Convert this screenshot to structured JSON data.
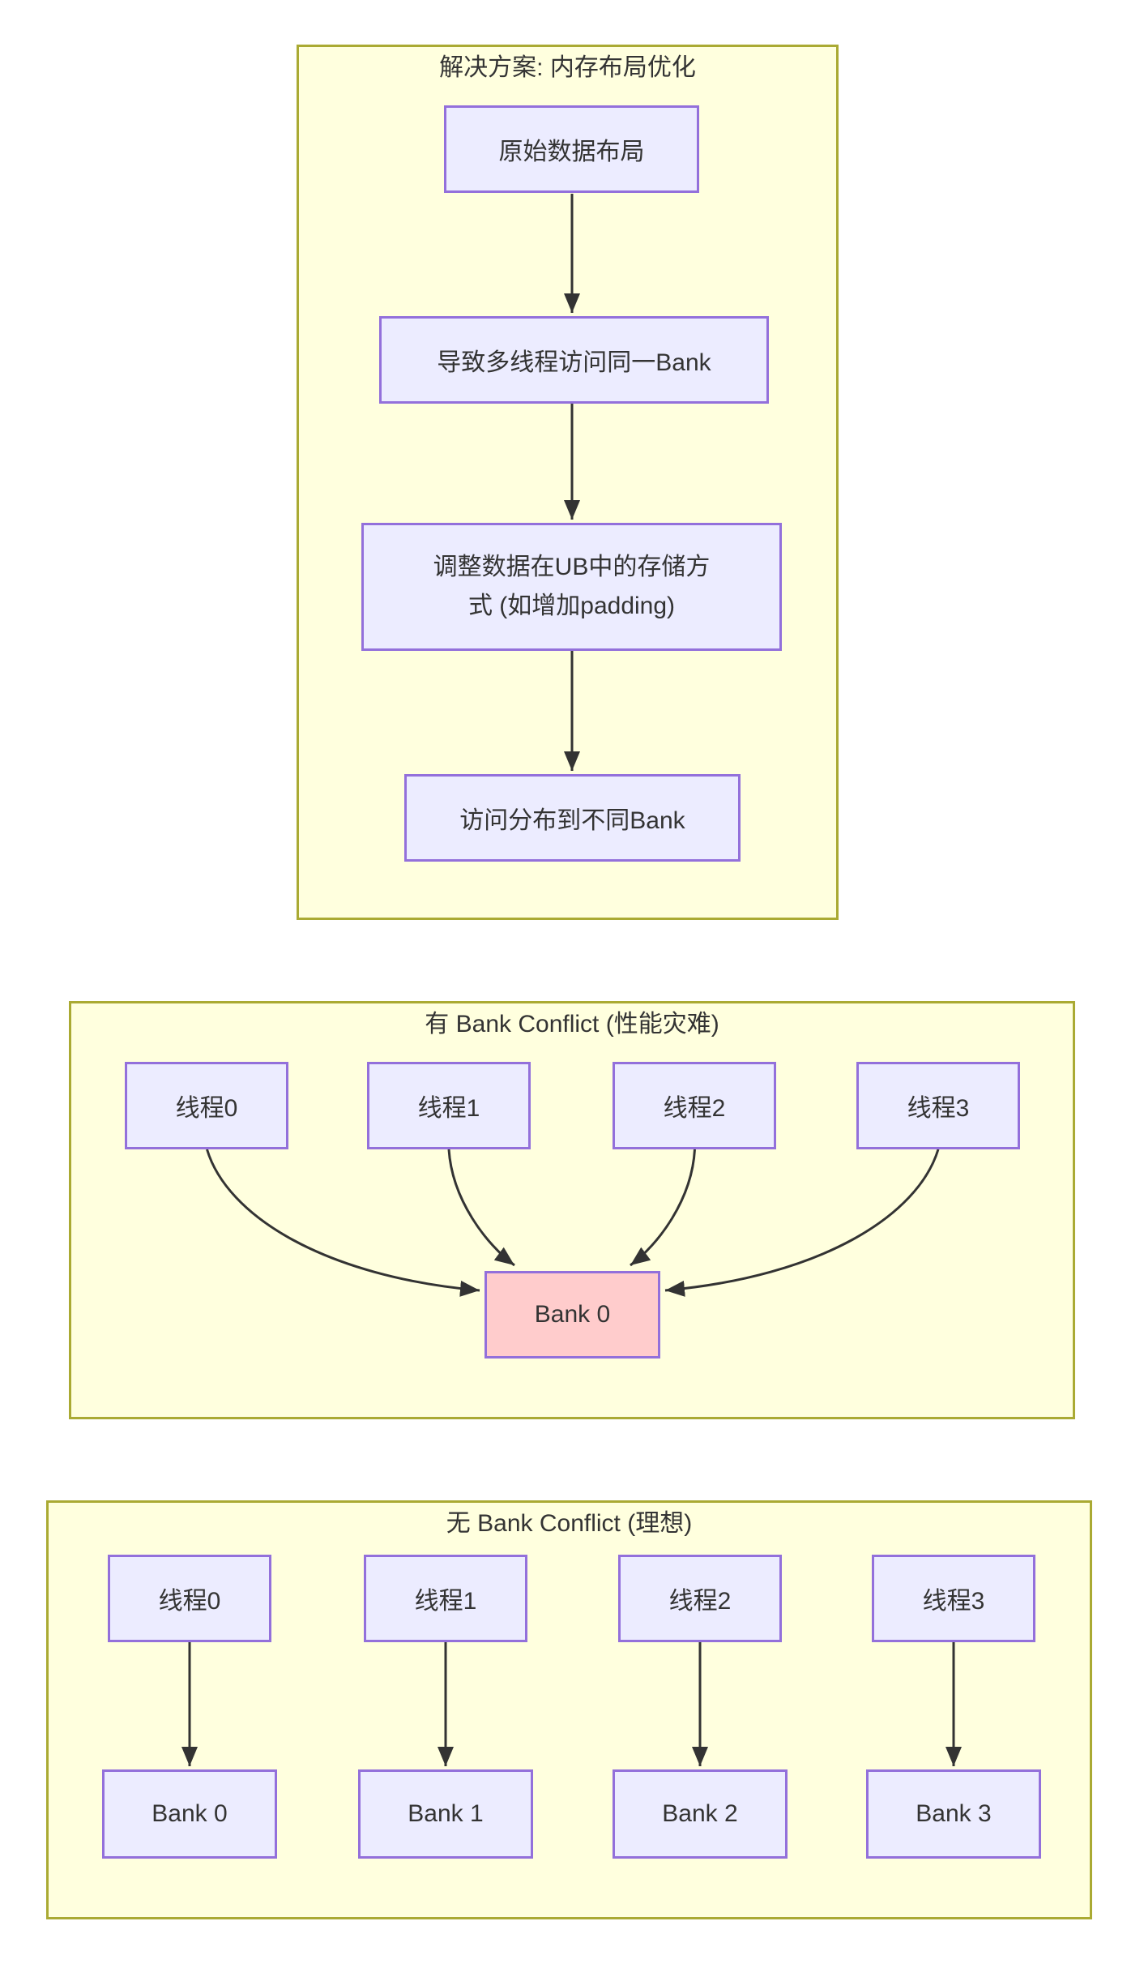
{
  "diagram": {
    "panels": [
      {
        "title": "解决方案: 内存布局优化",
        "nodes": [
          {
            "label": "原始数据布局"
          },
          {
            "label": "导致多线程访问同一Bank"
          },
          {
            "label_line1": "调整数据在UB中的存储方",
            "label_line2": "式 (如增加padding)"
          },
          {
            "label": "访问分布到不同Bank"
          }
        ]
      },
      {
        "title": "有 Bank Conflict (性能灾难)",
        "threads": [
          {
            "label": "线程0"
          },
          {
            "label": "线程1"
          },
          {
            "label": "线程2"
          },
          {
            "label": "线程3"
          }
        ],
        "bank": {
          "label": "Bank 0"
        }
      },
      {
        "title": "无 Bank Conflict (理想)",
        "threads": [
          {
            "label": "线程0"
          },
          {
            "label": "线程1"
          },
          {
            "label": "线程2"
          },
          {
            "label": "线程3"
          }
        ],
        "banks": [
          {
            "label": "Bank 0"
          },
          {
            "label": "Bank 1"
          },
          {
            "label": "Bank 2"
          },
          {
            "label": "Bank 3"
          }
        ]
      }
    ],
    "colors": {
      "panel_fill": "#ffffde",
      "panel_border": "#aaaa33",
      "node_fill": "#ececff",
      "node_border": "#9370db",
      "conflict_fill": "#ffcccc",
      "edge": "#333333",
      "text": "#333333",
      "page_bg": "#ffffff"
    }
  }
}
